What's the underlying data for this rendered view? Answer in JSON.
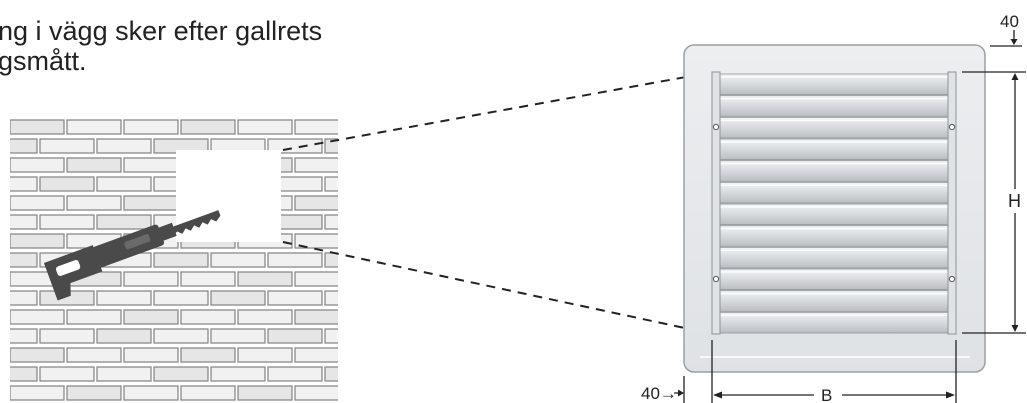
{
  "caption": {
    "line1": "ng i vägg sker efter gallrets",
    "line2": "gsmått."
  },
  "dimensions": {
    "top_margin": "40",
    "left_margin": "40→",
    "width_label": "B",
    "height_label": "H"
  },
  "colors": {
    "brick_fill": "#f1f1f1",
    "brick_mortar": "#8a8a8a",
    "grille_frame": "#e4e6e8",
    "louver": "#d4d8dc",
    "saw": "#4a4a4a"
  },
  "grille": {
    "louver_count": 12
  }
}
